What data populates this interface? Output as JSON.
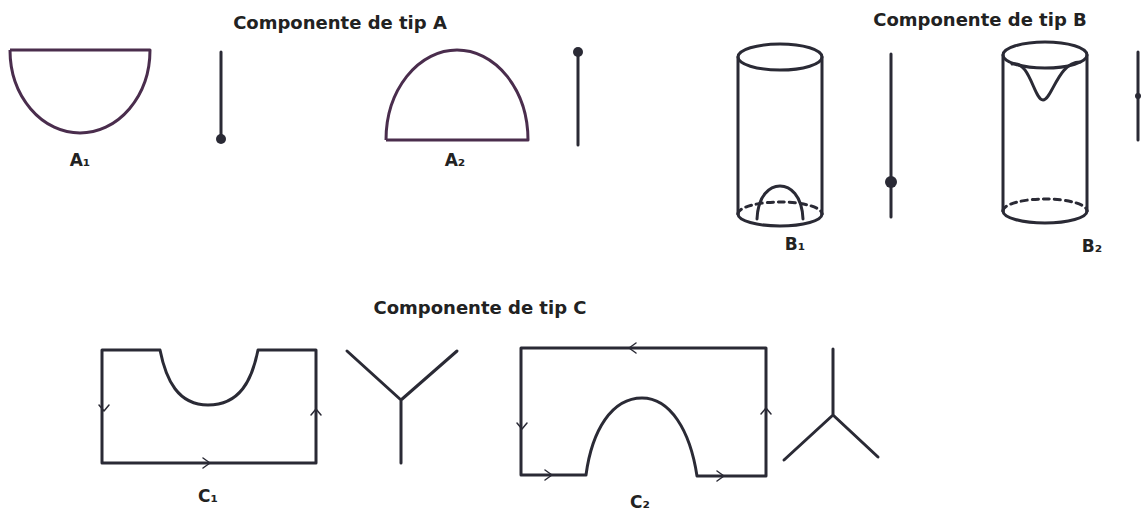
{
  "diagram": {
    "labels": [
      "Componente de tip A",
      "A₁",
      "A₂",
      "Componente de tip B",
      "B₁",
      "B₂",
      "Componente de tip C",
      "C₁",
      "C₂"
    ]
  }
}
